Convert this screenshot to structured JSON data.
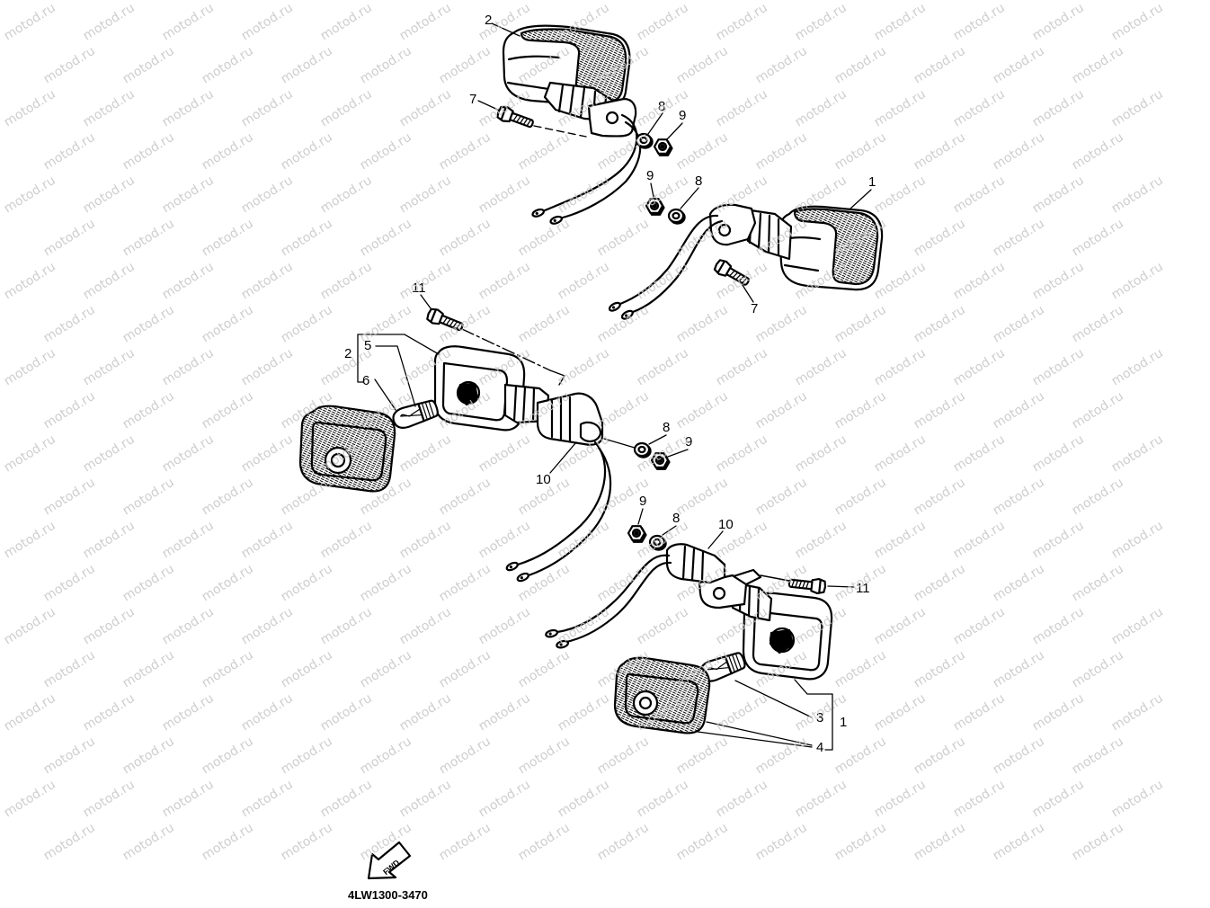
{
  "watermark": "motod.ru",
  "callouts": {
    "top_lamp": "2",
    "top_bolt": "7",
    "top_washer": "8",
    "top_nut": "9",
    "right_nut": "9",
    "right_washer": "8",
    "right_lamp": "1",
    "right_bolt": "7",
    "rear_left_bolt": "11",
    "rear_left_bulb": "5",
    "rear_left_lamp": "2",
    "rear_left_lens": "6",
    "rear_left_washer": "8",
    "rear_left_nut": "9",
    "rear_left_connector": "10",
    "rear_right_nut": "9",
    "rear_right_washer": "8",
    "rear_right_connector": "10",
    "rear_right_bolt": "11",
    "rear_right_bulb": "3",
    "rear_right_lamp": "1",
    "rear_right_lens": "4"
  },
  "fwd_label": "FWD",
  "part_code": "4LW1300-3470",
  "colors": {
    "line": "#000000",
    "background": "#ffffff",
    "watermark": "#c6c6c6"
  }
}
